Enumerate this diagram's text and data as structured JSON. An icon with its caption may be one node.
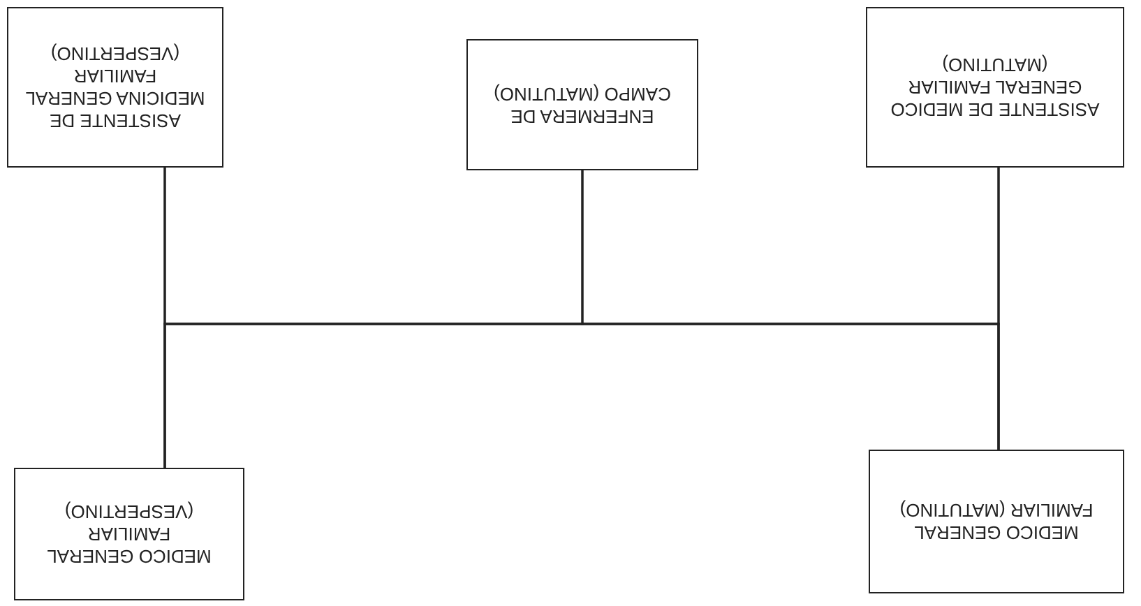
{
  "diagram": {
    "nodes": [
      {
        "text": [
          "MEDICO GENERAL FAMILIAR (MATUTINO)"
        ]
      },
      {
        "text": [
          "MEDICO GENERAL FAMILIAR (VESPERTINO)"
        ]
      },
      {
        "text": [
          "ASISTENTE DE MEDICO GENERAL FAMILIAR (MATUTINO)"
        ]
      },
      {
        "text": [
          "ENFERMERA DE CAMPO (MATUTINO)"
        ]
      },
      {
        "text": [
          "ASISTENTE DE MEDICINA GENERAL FAMILIAR (VESPERTINO)"
        ]
      }
    ],
    "edges": [
      {
        "from": 0,
        "to": 2,
        "arrow": "none"
      },
      {
        "from": 0,
        "to": 3,
        "arrow": "none"
      },
      {
        "from": 0,
        "to": 4,
        "arrow": "none"
      },
      {
        "from": 1,
        "to": 2,
        "arrow": "none"
      },
      {
        "from": 1,
        "to": 3,
        "arrow": "none"
      },
      {
        "from": 1,
        "to": 4,
        "arrow": "none"
      }
    ]
  }
}
